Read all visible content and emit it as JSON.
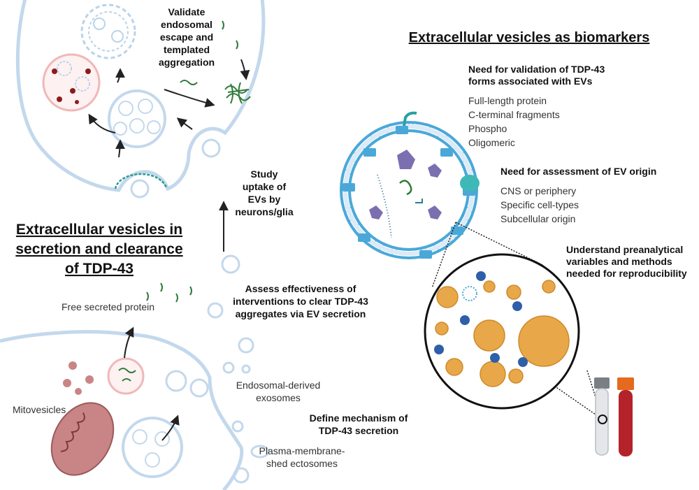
{
  "biomarkers": {
    "title": "Extracellular vesicles as biomarkers",
    "validation": {
      "heading": [
        "Need for validation of TDP-43",
        "forms associated with EVs"
      ],
      "items": [
        "Full-length protein",
        "C-terminal fragments",
        "Phospho",
        "Oligomeric"
      ]
    },
    "origin": {
      "heading": "Need for assessment of EV origin",
      "items": [
        "CNS or periphery",
        "Specific cell-types",
        "Subcellular origin"
      ]
    },
    "preanalytical": [
      "Understand preanalytical",
      "variables and methods",
      "needed for reproducibility"
    ]
  },
  "secretion": {
    "title": [
      "Extracellular vesicles in",
      "secretion and clearance",
      "of TDP-43"
    ],
    "validate": [
      "Validate",
      "endosomal",
      "escape and",
      "templated",
      "aggregation"
    ],
    "uptake": [
      "Study",
      "uptake of",
      "EVs by",
      "neurons/glia"
    ],
    "assess": [
      "Assess effectiveness of",
      "interventions to clear TDP-43",
      "aggregates via EV secretion"
    ],
    "free_protein": "Free secreted protein",
    "mitovesicles": "Mitovesicles",
    "exosomes": [
      "Endosomal-derived",
      "exosomes"
    ],
    "define": [
      "Define mechanism of",
      "TDP-43 secretion"
    ],
    "ectosomes": [
      "Plasma-membrane-",
      "shed ectosomes"
    ]
  },
  "colors": {
    "membrane": "#c3d8ec",
    "ev_ring": "#4aa8d8",
    "mito": "#c98585",
    "green_protein": "#2f7a3a",
    "orange_ev": "#e8a849",
    "tube_red": "#b5232a"
  }
}
